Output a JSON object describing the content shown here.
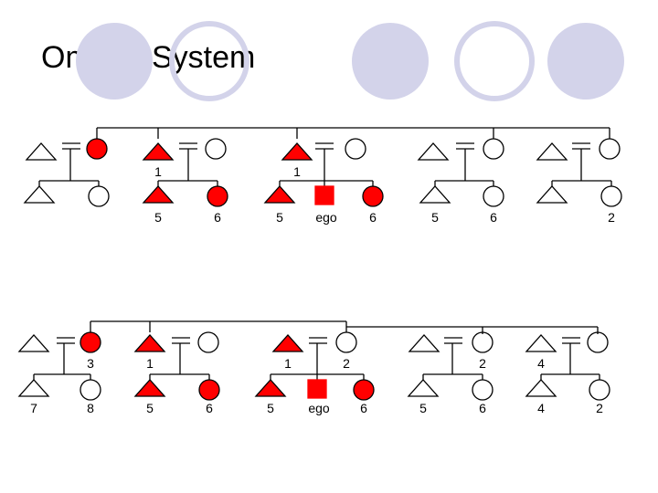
{
  "slide": {
    "title": "Omaha System",
    "colors": {
      "relative": "#ff0000",
      "outline": "#000000",
      "decor_circle": "#d3d3ea"
    }
  },
  "diagram1": {
    "labels": {
      "gen1_father": "1",
      "gen1_mother": "1",
      "fz_son": "5",
      "fz_dau": "6",
      "f_son": "5",
      "ego": "ego",
      "f_dau": "6",
      "m_son": "5",
      "m_dau": "6",
      "mb_dau": "2"
    }
  },
  "diagram2": {
    "labels": {
      "fzh": "3",
      "gen1_father": "1",
      "gen1_ego_father": "1",
      "gen1_mother": "2",
      "gen1_mb_wife": "2",
      "gen1_mb": "4",
      "fzs": "7",
      "fzd": "8",
      "fb_son": "5",
      "fb_dau": "6",
      "b_son": "5",
      "ego": "ego",
      "sister": "6",
      "mz_son": "5",
      "mz_dau": "6",
      "mb_son": "4",
      "mb_dau": "2"
    }
  }
}
